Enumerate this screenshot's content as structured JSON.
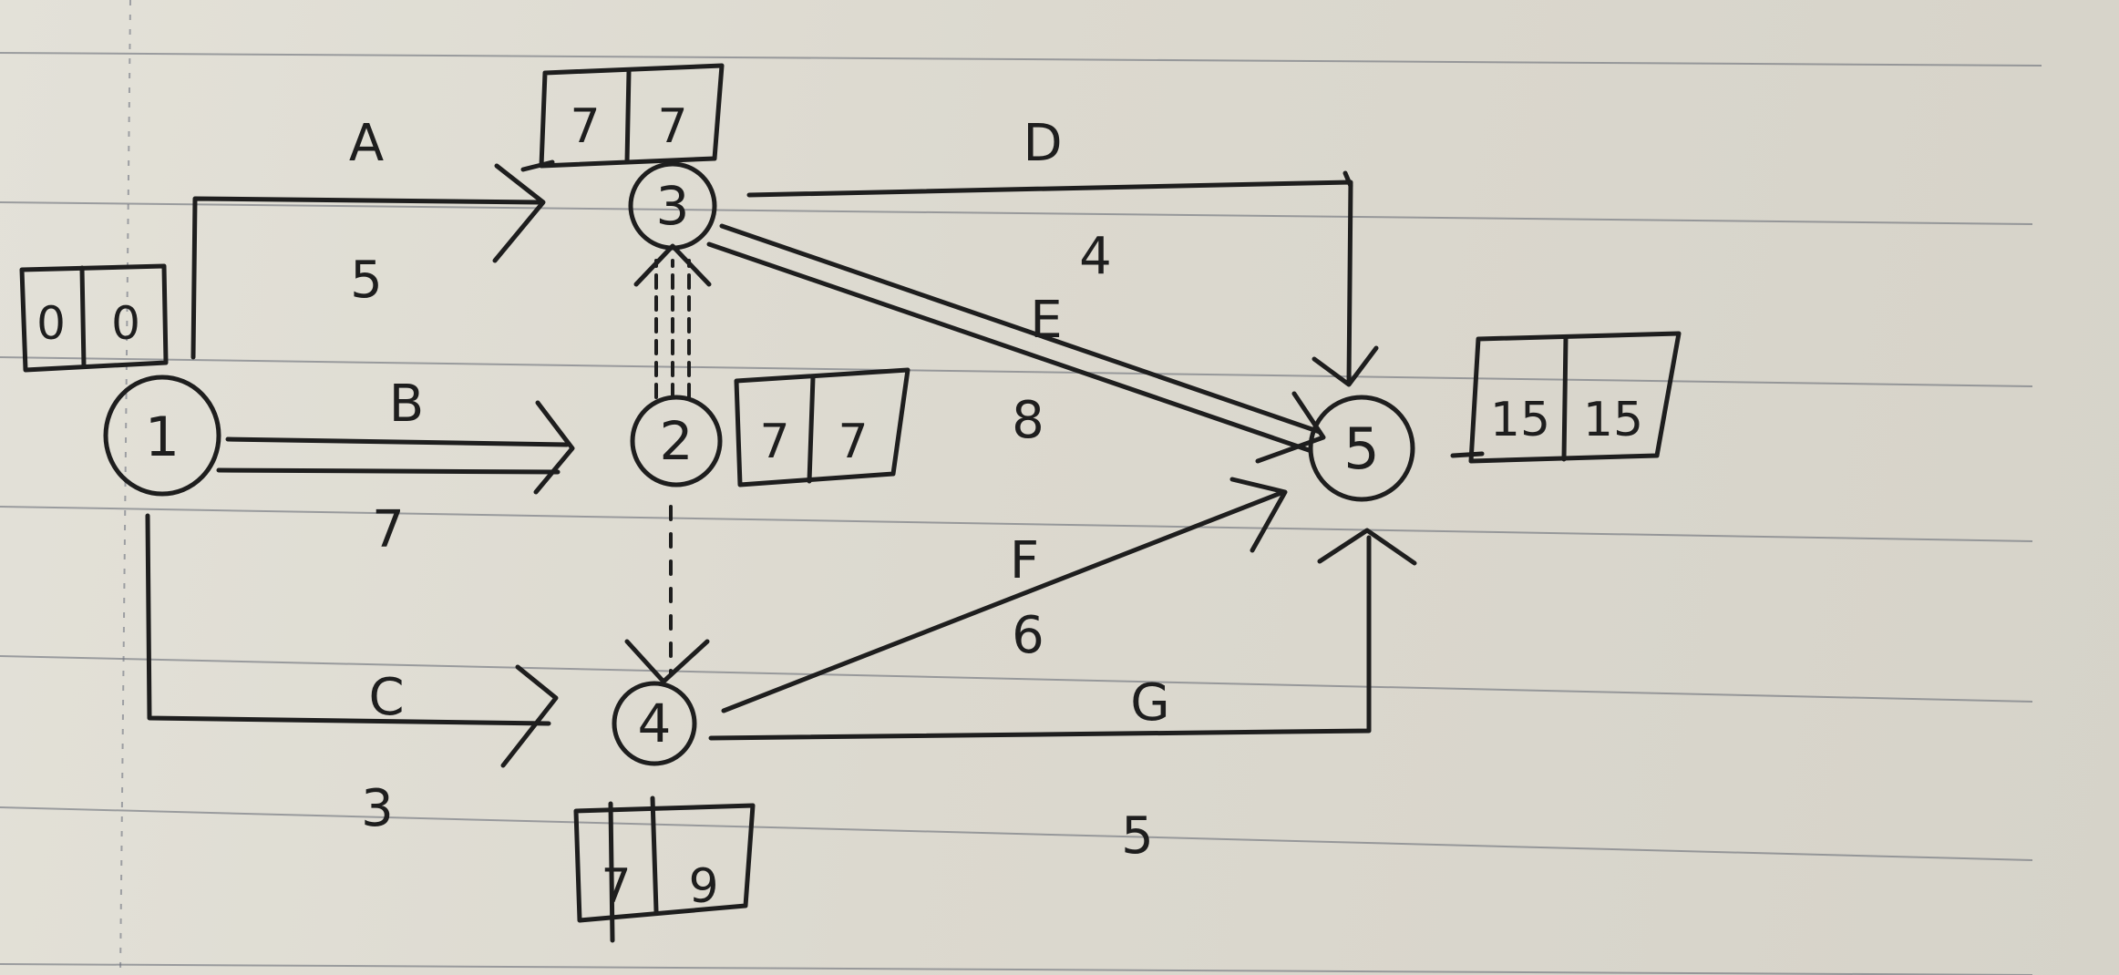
{
  "nodes": [
    {
      "id": "1",
      "label": "1",
      "es": "0",
      "ls": "0"
    },
    {
      "id": "2",
      "label": "2",
      "es": "7",
      "ls": "7"
    },
    {
      "id": "3",
      "label": "3",
      "es": "7",
      "ls": "7"
    },
    {
      "id": "4",
      "label": "4",
      "es": "7",
      "ls": "9"
    },
    {
      "id": "5",
      "label": "5",
      "es": "15",
      "ls": "15"
    }
  ],
  "activities": [
    {
      "name": "A",
      "duration": "5",
      "from": "1",
      "to": "3"
    },
    {
      "name": "B",
      "duration": "7",
      "from": "1",
      "to": "2",
      "critical": true
    },
    {
      "name": "C",
      "duration": "3",
      "from": "1",
      "to": "4"
    },
    {
      "name": "D",
      "duration": "4",
      "from": "3",
      "to": "5"
    },
    {
      "name": "E",
      "duration": "8",
      "from": "3",
      "to": "5",
      "critical": true
    },
    {
      "name": "F",
      "duration": "6",
      "from": "4",
      "to": "5"
    },
    {
      "name": "G",
      "duration": "5",
      "from": "4",
      "to": "5"
    }
  ],
  "dummies": [
    {
      "from": "2",
      "to": "3",
      "critical": true
    },
    {
      "from": "2",
      "to": "4"
    }
  ],
  "colors": {
    "ink": "#1e1e1e",
    "paper": "#dedbd1",
    "rule_lines": "#5f6470"
  }
}
